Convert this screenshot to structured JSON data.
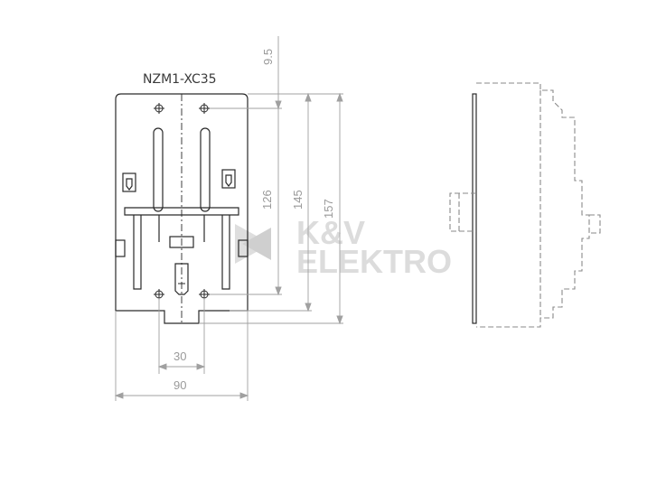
{
  "drawing": {
    "part_number": "NZM1-XC35",
    "dimensions": {
      "top_offset": "9.5",
      "height_126": "126",
      "height_145": "145",
      "height_157": "157",
      "width_30": "30",
      "width_90": "90"
    },
    "watermark": {
      "line1": "K&V",
      "line2": "ELEKTRO"
    }
  },
  "colors": {
    "outline": "#2a2a2a",
    "dimension": "#a0a0a0",
    "watermark": "#dcdcdc",
    "background": "#ffffff"
  }
}
